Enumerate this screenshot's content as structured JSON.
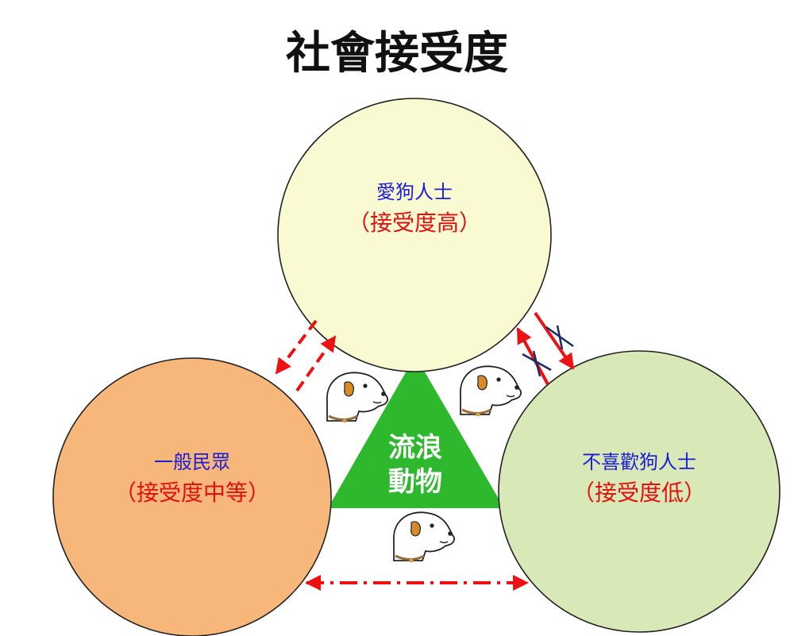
{
  "title": "社會接受度",
  "center": {
    "line1": "流浪",
    "line2": "動物",
    "color": "#2eb82e"
  },
  "groups": {
    "dog_lovers": {
      "name": "愛狗人士",
      "acceptance": "（接受度高）",
      "fill": "#fafad2"
    },
    "general_public": {
      "name": "一般民眾",
      "acceptance": "（接受度中等）",
      "fill": "#f7b77a"
    },
    "dog_dislikers": {
      "name": "不喜歡狗人士",
      "acceptance": "（接受度低）",
      "fill": "#d8e8b6"
    }
  },
  "colors": {
    "arrow": "#ee1111",
    "blocked_mark": "#1a2a66",
    "name_text": "#1d1dd6",
    "acceptance_text": "#e01010"
  },
  "icons": [
    "dog-head-icon",
    "dog-head-icon",
    "dog-head-icon"
  ]
}
